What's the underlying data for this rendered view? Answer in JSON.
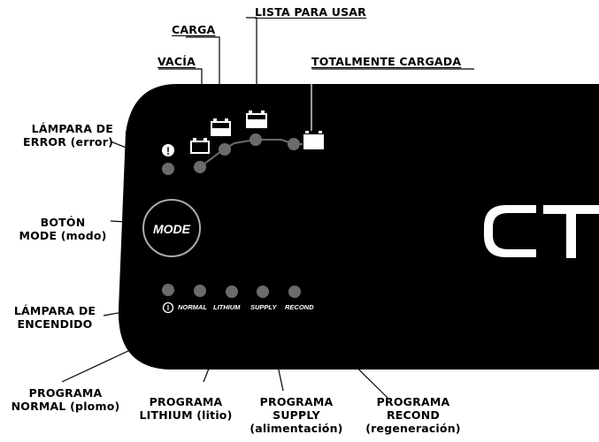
{
  "colors": {
    "panel": "#000000",
    "led": "#6b6b6b",
    "stroke": "#ffffff",
    "text": "#000000"
  },
  "labels": {
    "empty": "VACÍA",
    "charging": "CARGA",
    "ready": "LISTA PARA USAR",
    "fully_charged": "TOTALMENTE CARGADA",
    "error_lamp_1": "LÁMPARA DE",
    "error_lamp_2": "ERROR (error)",
    "mode_button_1": "BOTÓN",
    "mode_button_2": "MODE (modo)",
    "power_lamp_1": "LÁMPARA DE",
    "power_lamp_2": "ENCENDIDO",
    "prog_normal_1": "PROGRAMA",
    "prog_normal_2": "NORMAL (plomo)",
    "prog_lithium_1": "PROGRAMA",
    "prog_lithium_2": "LITHIUM (litio)",
    "prog_supply_1": "PROGRAMA",
    "prog_supply_2": "SUPPLY",
    "prog_supply_3": "(alimentación)",
    "prog_recond_1": "PROGRAMA",
    "prog_recond_2": "RECOND",
    "prog_recond_3": "(regeneración)"
  },
  "panel": {
    "mode_button_label": "MODE",
    "brand_text": "CT",
    "error_glyph": "!",
    "power_glyph": "I",
    "program_names": [
      "NORMAL",
      "LITHIUM",
      "SUPPLY",
      "RECOND"
    ]
  },
  "icons": {
    "error": "exclamation-circle-icon",
    "power": "power-icon",
    "battery": "battery-icon"
  }
}
